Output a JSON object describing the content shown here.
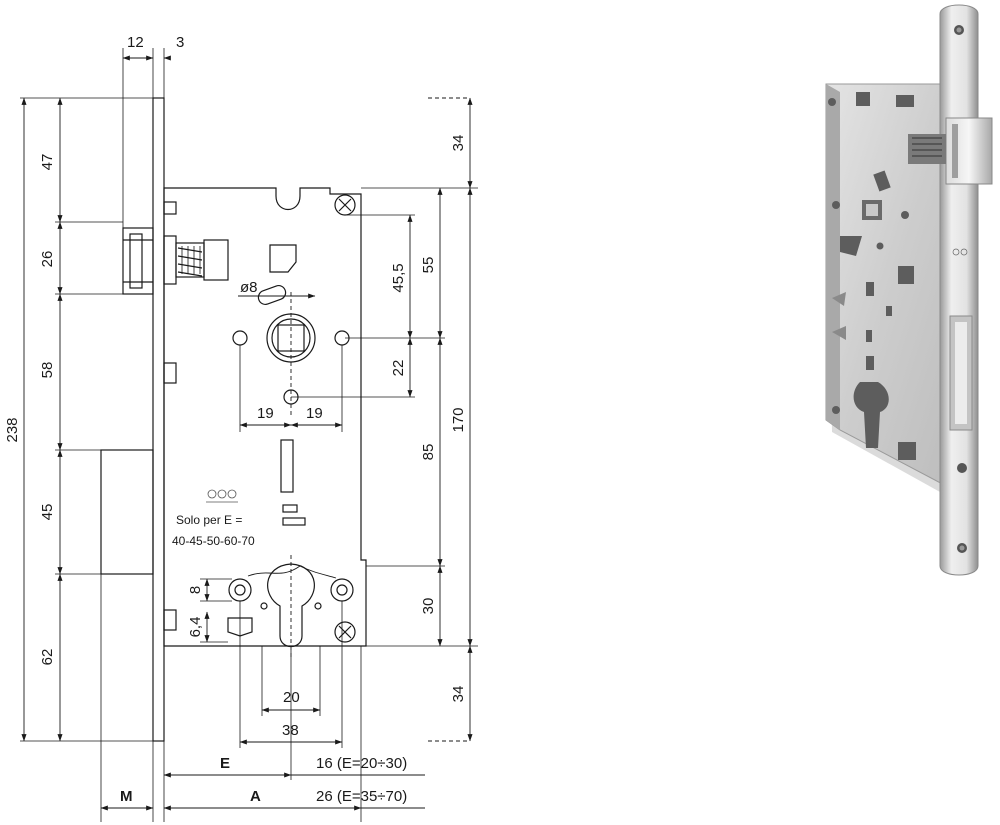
{
  "diagram": {
    "dims": {
      "d12": "12",
      "d3": "3",
      "d47": "47",
      "d26": "26",
      "d58": "58",
      "d45": "45",
      "d62": "62",
      "d238": "238",
      "d34_top": "34",
      "d34_bottom": "34",
      "d55": "55",
      "d45_5": "45,5",
      "d22": "22",
      "d170": "170",
      "d85": "85",
      "d30": "30",
      "dia8": "ø8",
      "d19_left": "19",
      "d19_right": "19",
      "d8": "8",
      "d6_4": "6,4",
      "d20": "20",
      "d38": "38",
      "E": "E",
      "M": "M",
      "A": "A",
      "e_note": "16 (E=20÷30)",
      "a_note": "26 (E=35÷70)"
    },
    "notes": {
      "solo_per": "Solo per E =",
      "e_values": "40-45-50-60-70"
    }
  },
  "product": {
    "name": "mortise-lock-photo"
  },
  "colors": {
    "line": "#1a1a1a",
    "metal_light": "#e6e6e6",
    "metal_mid": "#cfcfcf",
    "metal_dark": "#8e8e8e"
  }
}
